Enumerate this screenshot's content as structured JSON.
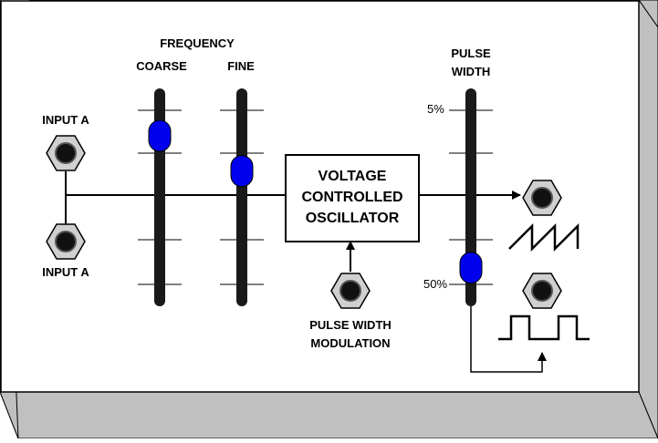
{
  "labels": {
    "input_a_top": "INPUT A",
    "input_a_bottom": "INPUT A",
    "frequency": "FREQUENCY",
    "coarse": "COARSE",
    "fine": "FINE",
    "pulse": "PULSE",
    "width": "WIDTH",
    "vco_line1": "VOLTAGE",
    "vco_line2": "CONTROLLED",
    "vco_line3": "OSCILLATOR",
    "pwm_line1": "PULSE WIDTH",
    "pwm_line2": "MODULATION",
    "pw_min": "5%",
    "pw_max": "50%"
  },
  "sliders": {
    "coarse_level": 0.85,
    "fine_level": 0.65,
    "pulse_width_level": 0.1
  },
  "colors": {
    "box_fill": "#c0c0c0",
    "slider_track": "#1a1a1a",
    "slider_knob": "#0000ee",
    "jack_hex": "#d0d0d0",
    "jack_center": "#111111"
  },
  "icons": [
    "hex-jack-icon",
    "sawtooth-wave-icon",
    "square-wave-icon"
  ]
}
